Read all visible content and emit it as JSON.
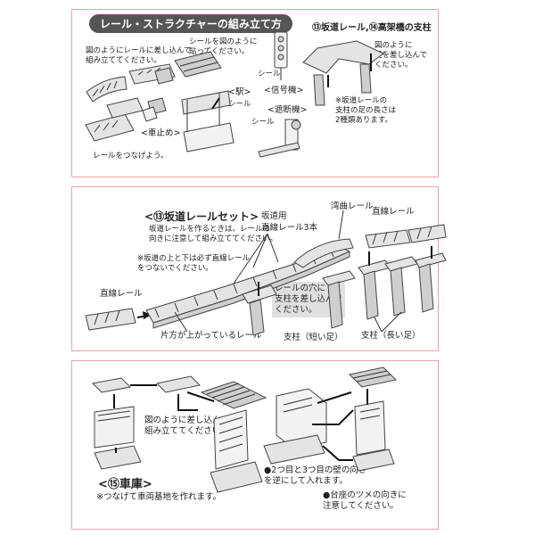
{
  "panel1": {
    "title": "レール・ストラクチャーの組み立て方",
    "rail_insert_note": [
      "図のようにレールに差し込んで",
      "組み立ててください。"
    ],
    "seal_note": [
      "シールを図のように",
      "貼ってください。"
    ],
    "seal_label_1": "シール",
    "seal_label_2": "シール",
    "seal_label_3": "シール",
    "station_label": "<駅>",
    "signal_label": "<信号機>",
    "crossing_label": "<遮断機>",
    "buffer_label": "<車止め>",
    "connect_note": "レールをつなげよう。",
    "slope_header": "⑬坂道レール,⑭高架橋の支柱",
    "pillar_note": [
      "図のように",
      "足を差し込んで",
      "ください。"
    ],
    "leg_note": [
      "※坂道レールの",
      "支柱の足の長さは",
      "2種類あります。"
    ]
  },
  "panel2": {
    "title": "<⑬坂道レールセット>",
    "direction_note": [
      "坂道レールを作るときは、レールの",
      "向きに注意して組み立ててください。"
    ],
    "top_bottom_note": [
      "※坂道の上と下は必ず直線レール",
      "をつないでください。"
    ],
    "slope_straight_label": [
      "坂道用",
      "直線レール3本"
    ],
    "curve_label": "湾曲レール",
    "straight_label_top": "直線レール",
    "straight_label_left": "直線レール",
    "hole_note": [
      "レールの穴に",
      "支柱を差し込んで",
      "ください。"
    ],
    "one_side_label": "片方が上がっているレール",
    "short_leg_label": "支柱（短い足）",
    "long_leg_label": "支柱（長い足）"
  },
  "panel3": {
    "insert_note": [
      "図のように差し込んで",
      "組み立ててください。"
    ],
    "title": "<⑮車庫>",
    "depot_note": "※つなげて車両基地を作れます。",
    "wall_note": [
      "●2つ目と3つ目の壁の向き",
      "を逆にして入れます。"
    ],
    "claw_note": [
      "●台座のツメの向きに",
      "注意してください。"
    ]
  }
}
